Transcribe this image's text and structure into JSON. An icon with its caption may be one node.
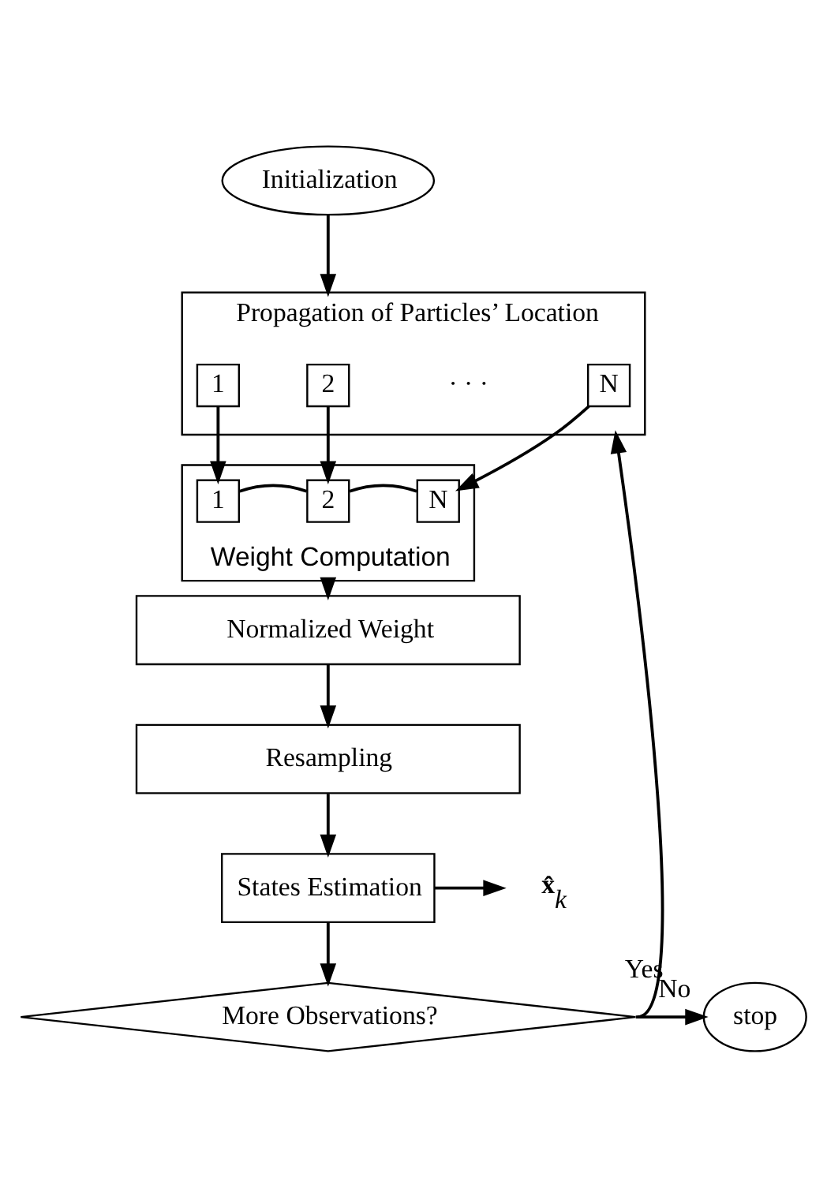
{
  "diagram": {
    "nodes": [
      {
        "text": [
          "Initialization"
        ]
      },
      {
        "text": [
          "Propagation of Particles’ Location"
        ]
      },
      {
        "text": [
          "1"
        ],
        "in": 1
      },
      {
        "text": [
          "2"
        ],
        "in": 1
      },
      {
        "text": [
          "N"
        ],
        "in": 1
      },
      {
        "text": [
          "Weight Computation"
        ]
      },
      {
        "text": [
          "1"
        ],
        "in": 5
      },
      {
        "text": [
          "2"
        ],
        "in": 5
      },
      {
        "text": [
          "N"
        ],
        "in": 5
      },
      {
        "text": [
          "Normalized Weight"
        ]
      },
      {
        "text": [
          "Resampling"
        ]
      },
      {
        "text": [
          "States Estimation"
        ]
      },
      {
        "text": [
          "**x̂**$_{k}$"
        ]
      },
      {
        "text": [
          "More Observations?"
        ]
      },
      {
        "text": [
          "stop"
        ]
      }
    ],
    "edges": [
      {
        "from": 0,
        "to": 1,
        "arrow": "to"
      },
      {
        "from": 2,
        "to": 6,
        "arrow": "to"
      },
      {
        "from": 3,
        "to": 7,
        "arrow": "to"
      },
      {
        "from": 4,
        "to": 8,
        "arrow": "to"
      },
      {
        "from": 6,
        "to": 7,
        "arrow": "none"
      },
      {
        "from": 7,
        "to": 8,
        "arrow": "none"
      },
      {
        "from": 5,
        "to": 9,
        "arrow": "to"
      },
      {
        "from": 9,
        "to": 10,
        "arrow": "to"
      },
      {
        "from": 10,
        "to": 11,
        "arrow": "to"
      },
      {
        "from": 11,
        "to": 12,
        "arrow": "to"
      },
      {
        "from": 11,
        "to": 13,
        "arrow": "to"
      },
      {
        "from": 13,
        "to": 14,
        "label": "No",
        "arrow": "to"
      },
      {
        "from": 13,
        "to": 1,
        "label": "Yes",
        "arrow": "to"
      }
    ],
    "labels": [
      "· · ·"
    ]
  }
}
